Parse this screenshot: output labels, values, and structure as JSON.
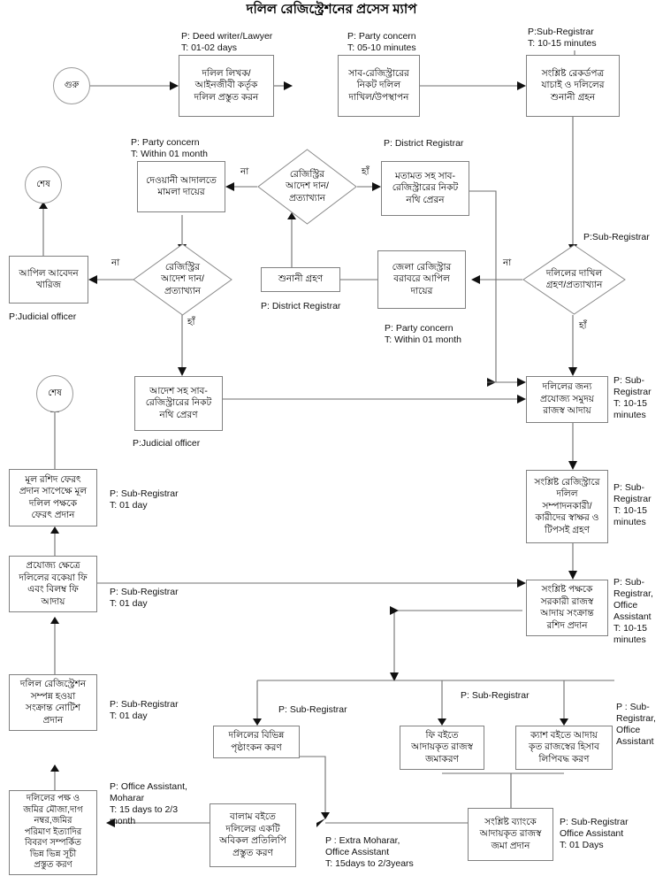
{
  "title": "দলিল রেজিস্ট্রেশনের প্রসেস ম্যাপ",
  "colors": {
    "background": "#ffffff",
    "node_border": "#808080",
    "connector": "#6f6f6f",
    "arrowhead": "#111111",
    "text": "#000000"
  },
  "nodes": {
    "start_1": {
      "label": "গুরু",
      "shape": "terminator"
    },
    "end_1": {
      "label": "শেষ",
      "shape": "terminator"
    },
    "end_2": {
      "label": "শেষ",
      "shape": "terminator"
    },
    "deed_prepare": {
      "label": "দলিল লিখক/\nআইনজীবী কর্তৃক\nদলিল প্রস্তুত করন",
      "shape": "process"
    },
    "submit_subregistrar": {
      "label": "সাব-রেজিস্ট্রারের\nনিকট দলিল\nদাখিল/উপস্থাপন",
      "shape": "process"
    },
    "verify_records": {
      "label": "সংশ্লিষ্ট রেকর্ডপত্র\nযাচাই ও দলিলের\nশুনানী গ্রহন",
      "shape": "process"
    },
    "civil_court_case": {
      "label": "দেওয়ানী আদালতে\nমামলা দায়ের",
      "shape": "process"
    },
    "opinion_to_subregistrar": {
      "label": "মতামত সহ সাব-\nরেজিস্ট্রারের নিকট\nনথি প্রেরন",
      "shape": "process"
    },
    "appeal_rejected": {
      "label": "আপিল আবেদন\nখারিজ",
      "shape": "process"
    },
    "hearing_received": {
      "label": "শুনানী গ্রহণ",
      "shape": "process"
    },
    "appeal_district_registrar": {
      "label": "জেলা রেজিস্ট্রার\nবরাবরে আপিল\nদায়ের",
      "shape": "process"
    },
    "order_to_subregistrar": {
      "label": "আদেশ সহ সাব-\nরেজিস্ট্রারের নিকট\nনথি প্রেরণ",
      "shape": "process"
    },
    "registrar_decision_1": {
      "label": "রেজিস্ট্রির\nআদেশ দান/\nপ্রত্যাখ্যান",
      "shape": "decision"
    },
    "registrar_decision_2": {
      "label": "রেজিস্ট্রির\nআদেশ দান/\nপ্রত্যাখ্যান",
      "shape": "decision"
    },
    "submission_decision": {
      "label": "দলিলের দাখিল\nগ্রহণ/প্রত্যাখ্যান",
      "shape": "decision"
    },
    "collect_revenue": {
      "label": "দলিলের জন্য\nপ্রযোজ্য সমুদয়\nরাজস্ব আদায়",
      "shape": "process"
    },
    "signature_collection": {
      "label": "সংশ্লিষ্ট রেজিস্ট্রারে\nদলিল\nসম্পাদনকারী/\nকারীদের স্বাক্ষর ও\nটিপসই গ্রহণ",
      "shape": "process"
    },
    "issue_receipt": {
      "label": "সংশ্লিষ্ট পক্ষকে\nসরকারী রাজস্ব\nআদায় সংক্রান্ত\nরশিদ প্রদান",
      "shape": "process"
    },
    "return_original_deed": {
      "label": "মূল রশিদ ফেরৎ\nপ্রদান সাপেক্ষে মূল\nদলিল পক্ষকে\nফেরৎ প্রদান",
      "shape": "process"
    },
    "arrear_fee": {
      "label": "প্রযোজ্য ক্ষেত্রে\nদলিলের বকেয়া ফি\nএবং বিলম্ব ফি\nআদায়",
      "shape": "process"
    },
    "registration_notice": {
      "label": "দলিল রেজিস্ট্রেশন\nসম্পন্ন হওয়া\nসংক্রান্ত নোটিশ\nপ্রদান",
      "shape": "process"
    },
    "index_preparation": {
      "label": "দলিলের পক্ষ ও\nজমির মৌজা,দাগ\nনম্বর,জমির\nপরিমাণ ইত্যাদির\nবিবরণ সম্পর্কিত\nভিন্ন ভিন্ন সূচী\nপ্রস্তুত করণ",
      "shape": "process"
    },
    "page_marking": {
      "label": "দলিলের বিভিন্ন\nপৃষ্ঠাংকন করণ",
      "shape": "process"
    },
    "fee_book_entry": {
      "label": "ফি বইতে\nআদায়কৃত রাজস্ব\nজমাকরণ",
      "shape": "process"
    },
    "cash_book_entry": {
      "label": "ক্যাশ বইতে আদায়\nকৃত রাজস্বের হিসাব\nলিপিবদ্ধ করণ",
      "shape": "process"
    },
    "balam_copy": {
      "label": "বালাম বইতে\nদলিলের একটি\nঅবিকল প্রতিলিপি\nপ্রস্তুত করণ",
      "shape": "process"
    },
    "bank_deposit": {
      "label": "সংশ্লিষ্ট ব্যাংকে\nআদায়কৃত রাজস্ব\nজমা প্রদান",
      "shape": "process"
    }
  },
  "notes": {
    "n_deed_prepare": "P: Deed writer/Lawyer\nT: 01-02 days",
    "n_submit": "P: Party concern\nT: 05-10 minutes",
    "n_verify": "P:Sub-Registrar\nT: 10-15 minutes",
    "n_civil_court": "P: Party concern\nT: Within 01 month",
    "n_district_registrar_top": "P: District Registrar",
    "n_subregistrar_mid": "P:Sub-Registrar",
    "n_judicial_officer_1": "P:Judicial officer",
    "n_district_registrar_hearing": "P: District Registrar",
    "n_party_concern_appeal": "P: Party concern\nT: Within 01 month",
    "n_judicial_officer_2": "P:Judicial officer",
    "n_collect_revenue": "P: Sub-\nRegistrar\nT: 10-15\nminutes",
    "n_signature": "P: Sub-\nRegistrar\nT: 10-15\nminutes",
    "n_return_deed": "P: Sub-Registrar\nT: 01 day",
    "n_arrear_fee": "P: Sub-Registrar\nT: 01 day",
    "n_registration_notice": "P: Sub-Registrar\nT: 01 day",
    "n_index_prep": "P: Office Assistant,\nMoharar\nT: 15 days to 2/3\nmonth",
    "n_issue_receipt": "P: Sub-\nRegistrar,\nOffice\nAssistant\nT: 10-15\nminutes",
    "n_page_marking": "P: Sub-Registrar",
    "n_fee_book": "P: Sub-Registrar",
    "n_cash_book": "P : Sub-\nRegistrar,\nOffice\nAssistant",
    "n_balam": "P : Extra Moharar,\nOffice Assistant\nT: 15days to 2/3years",
    "n_bank": "P: Sub-Registrar\nOffice Assistant\nT: 01 Days"
  },
  "branch_labels": {
    "reg1_no": "না",
    "reg1_yes": "হাঁ",
    "reg2_no": "না",
    "reg2_yes": "হাঁ",
    "submission_no": "না",
    "submission_yes": "হাঁ"
  }
}
